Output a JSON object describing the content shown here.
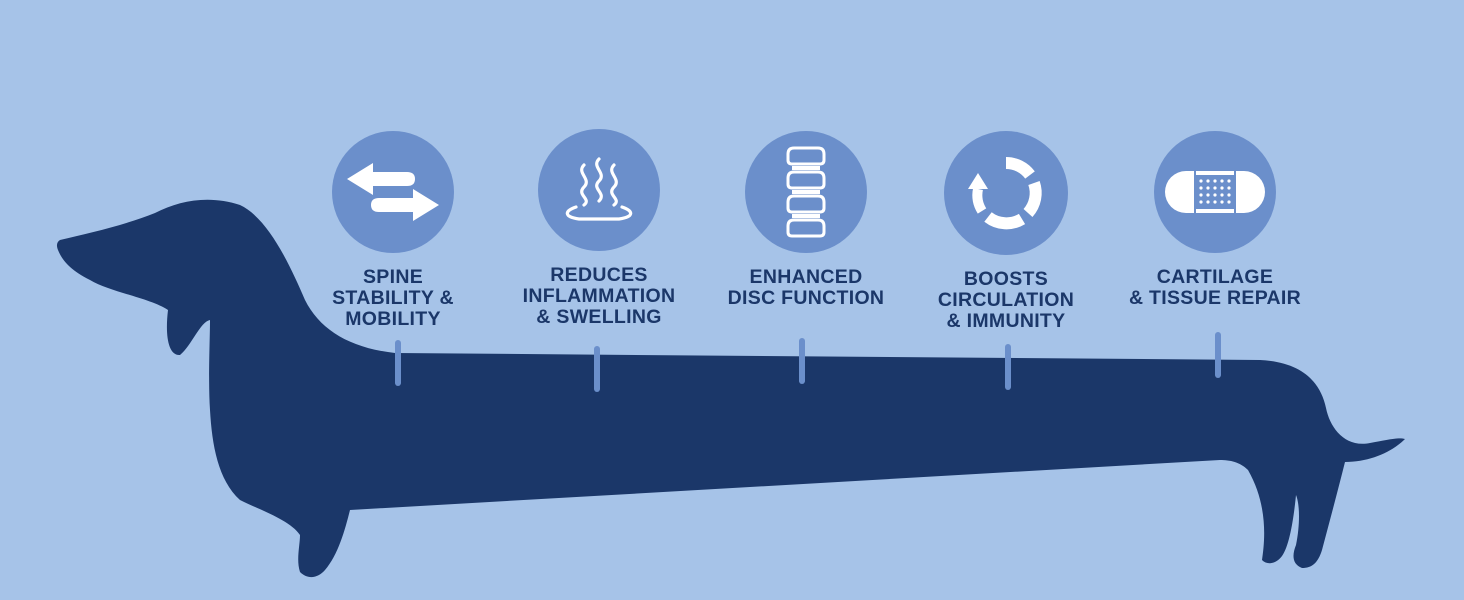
{
  "benefits": [
    {
      "label": "SPINE\nSTABILITY &\nMOBILITY",
      "icon": "arrows-exchange-icon"
    },
    {
      "label": "REDUCES\nINFLAMMATION\n& SWELLING",
      "icon": "heat-waves-icon"
    },
    {
      "label": "ENHANCED\nDISC FUNCTION",
      "icon": "spine-vertebrae-icon"
    },
    {
      "label": "BOOSTS\nCIRCULATION\n& IMMUNITY",
      "icon": "circulation-cycle-icon"
    },
    {
      "label": "CARTILAGE\n& TISSUE REPAIR",
      "icon": "bandage-icon"
    }
  ],
  "colors": {
    "background": "#a6c3e8",
    "dog": "#1b3769",
    "accent": "#6b8fcb",
    "text": "#1b3769",
    "icon": "#ffffff"
  }
}
